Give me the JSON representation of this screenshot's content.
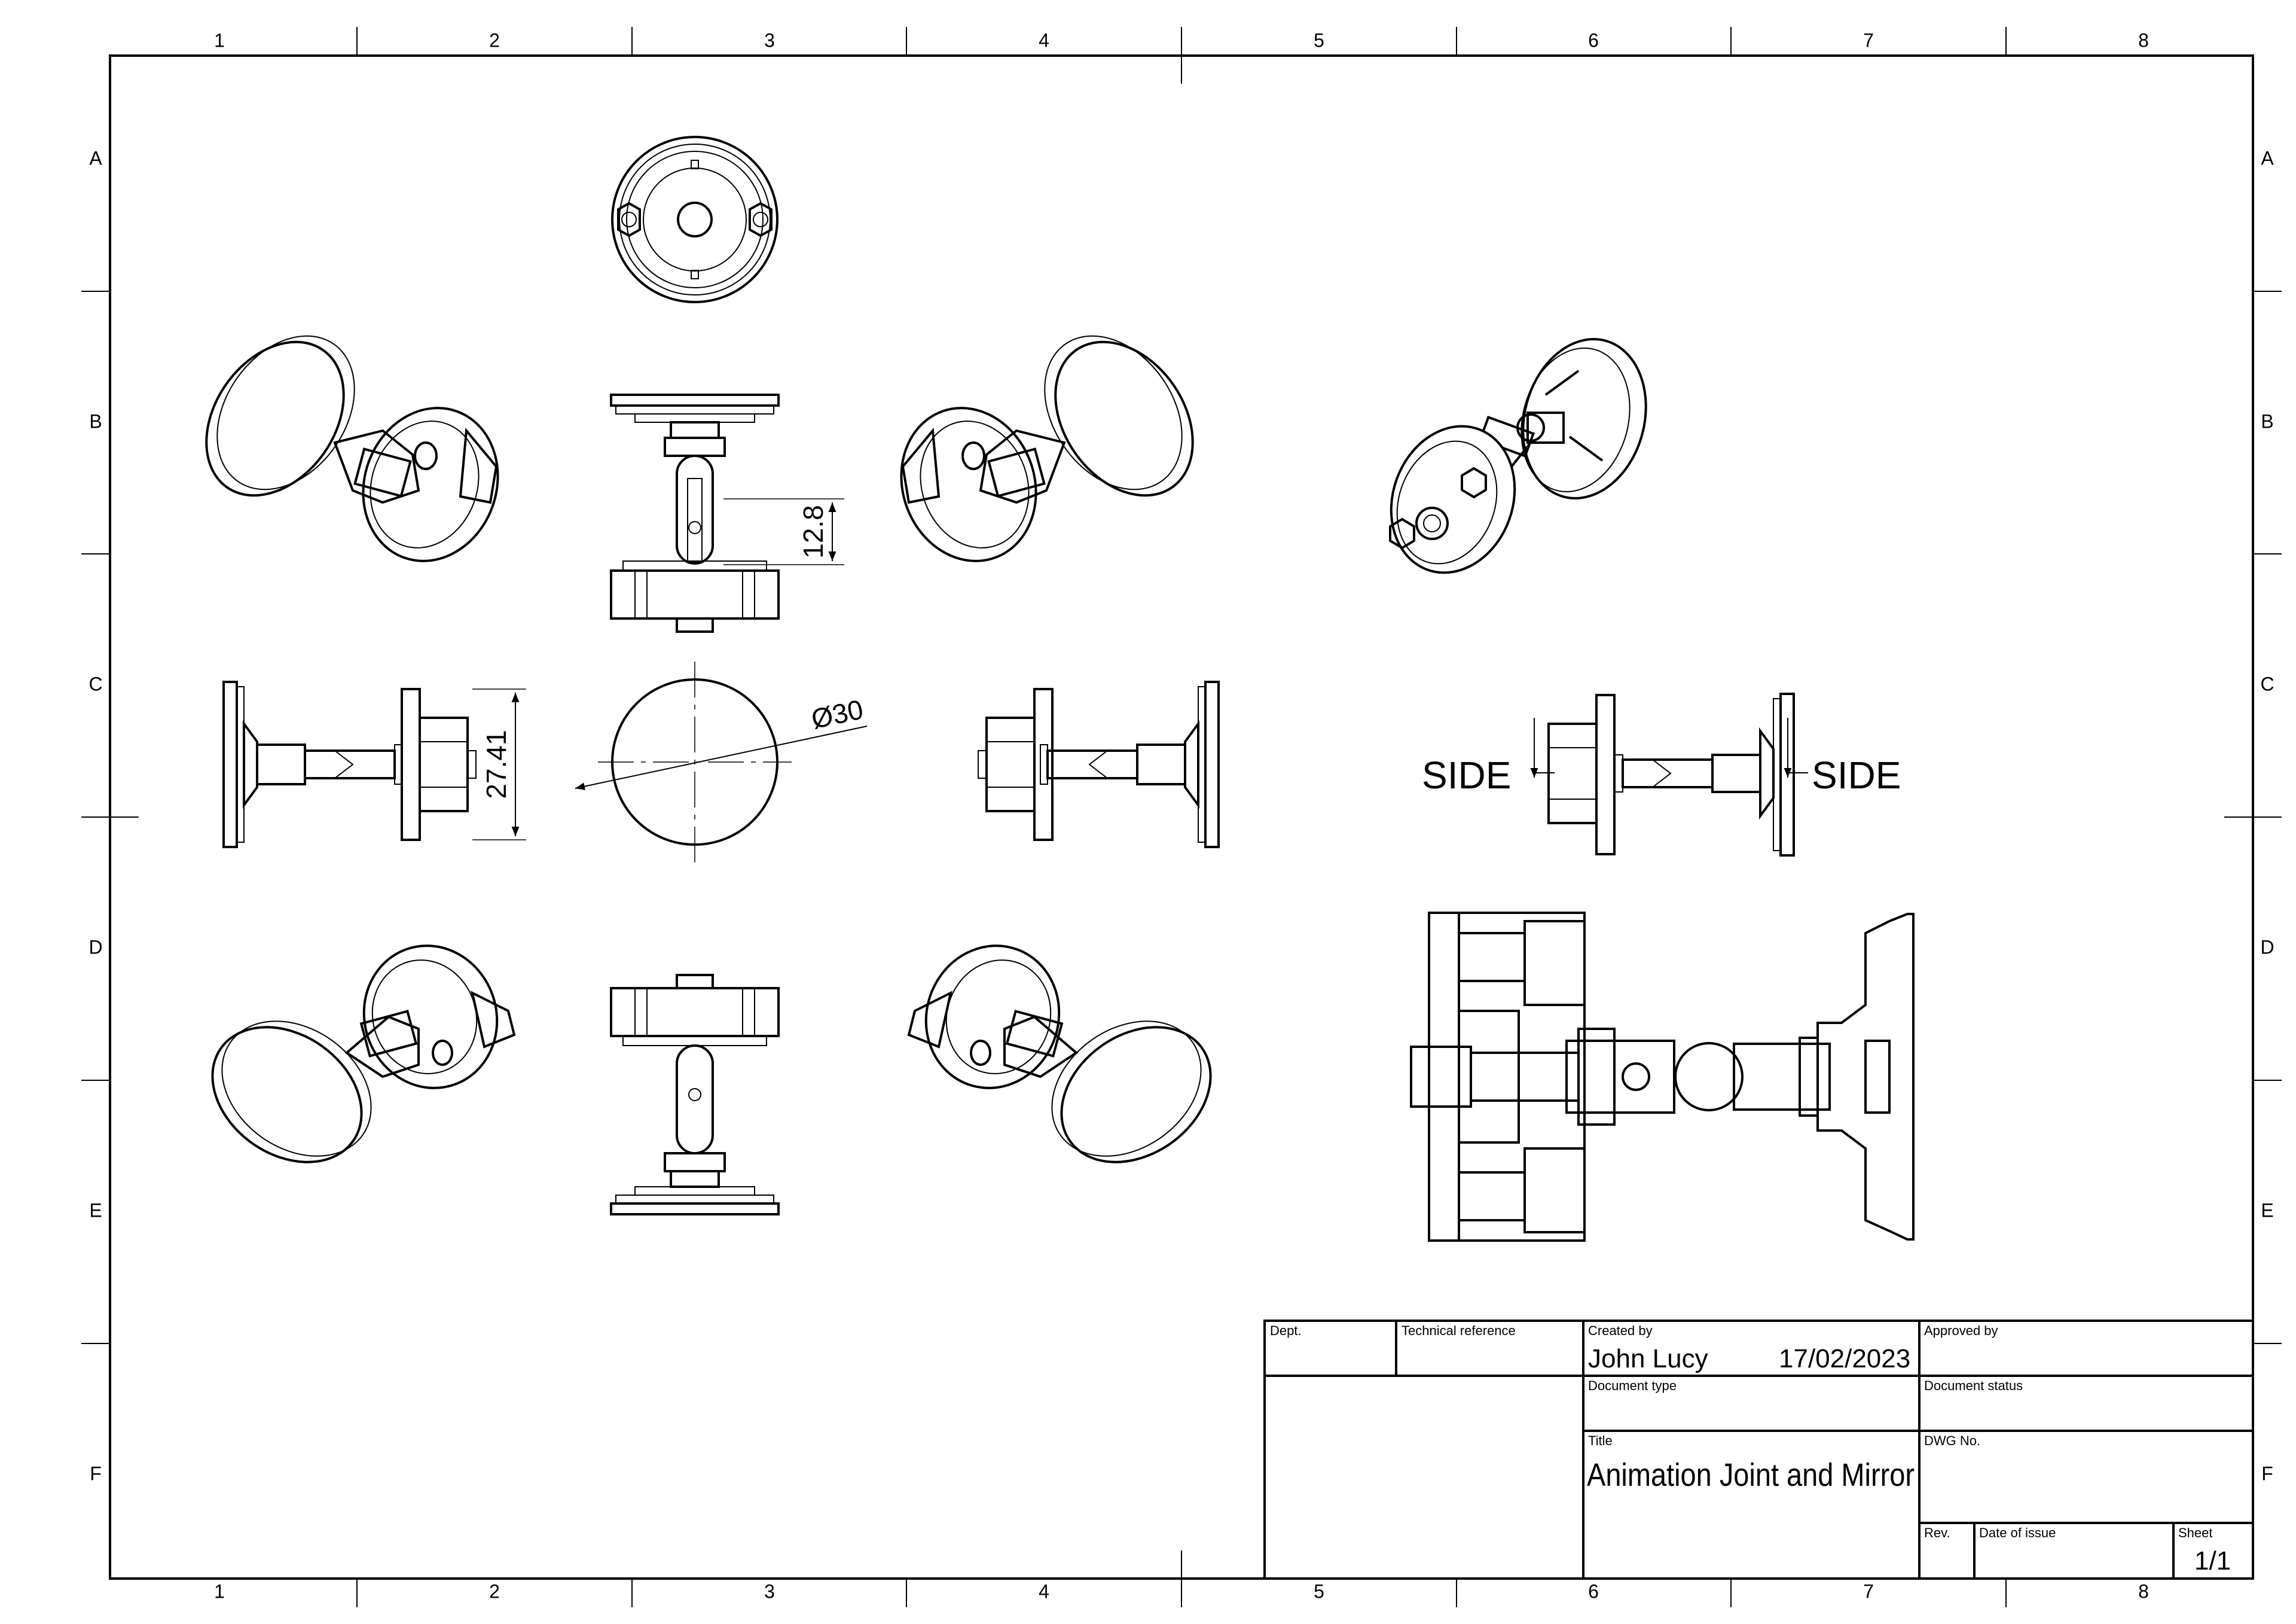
{
  "sheet": {
    "column_labels": [
      "1",
      "2",
      "3",
      "4",
      "5",
      "6",
      "7",
      "8"
    ],
    "row_labels": [
      "A",
      "B",
      "C",
      "D",
      "E",
      "F"
    ]
  },
  "dimensions": {
    "height_12_8": "12.8",
    "height_27_41": "27.41",
    "diameter_30": "Ø30"
  },
  "section_markers": {
    "left": "SIDE",
    "right": "SIDE"
  },
  "title_block": {
    "dept_label": "Dept.",
    "tech_ref_label": "Technical reference",
    "created_by_label": "Created by",
    "created_by": "John Lucy",
    "created_date": "17/02/2023",
    "approved_by_label": "Approved by",
    "doc_type_label": "Document type",
    "doc_status_label": "Document status",
    "title_label": "Title",
    "title": "Animation Joint and Mirror",
    "dwg_no_label": "DWG No.",
    "rev_label": "Rev.",
    "date_of_issue_label": "Date of issue",
    "sheet_label": "Sheet",
    "sheet_value": "1/1"
  }
}
